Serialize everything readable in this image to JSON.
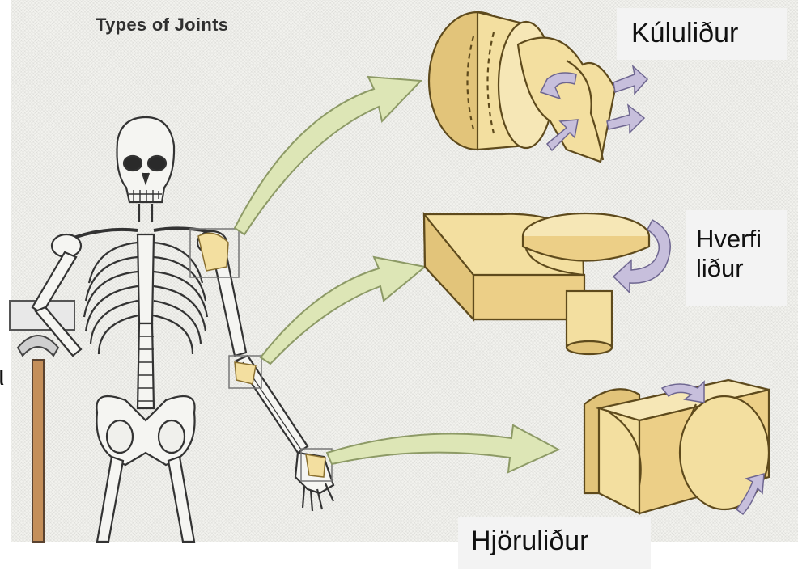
{
  "title": "Types of Joints",
  "labels": {
    "ball": "Kúluliður",
    "pivot_line1": "Hverfi",
    "pivot_line2": "liður",
    "hinge": "Hjöruliður"
  },
  "edge_glyph": "ι",
  "colors": {
    "joint_fill": "#f3dfa0",
    "joint_shade": "#e2c47a",
    "arrow_fill": "#dde6b6",
    "rotation_arrow": "#c7bfdc",
    "bone_outline": "#333333",
    "label_bg": "#f3f3f3"
  }
}
